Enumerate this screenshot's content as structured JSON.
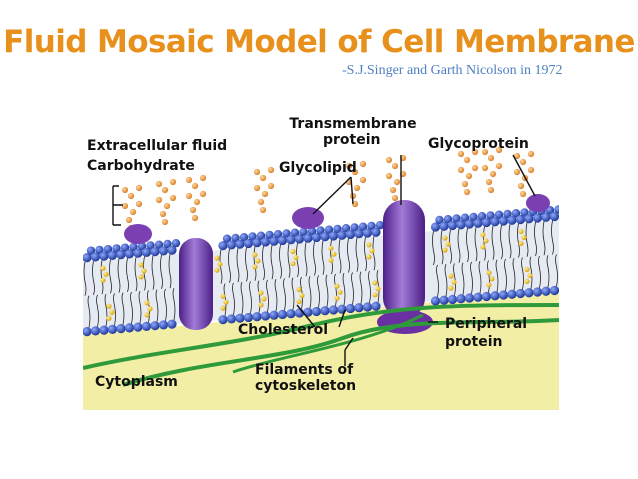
{
  "title": "Fluid Mosaic Model of Cell Membrane",
  "subtitle": "-S.J.Singer and Garth Nicolson in 1972",
  "colors": {
    "title": "#e8901c",
    "subtitle": "#4d7fc0",
    "extracellular": "#ffffff",
    "cytoplasm": "#f3eea6",
    "phospholipid_head": "#2d4fb5",
    "cholesterol": "#f2c324",
    "protein": "#7a3fb0",
    "carbohydrate": "#f2a64a",
    "cytoskeleton": "#2f9a3a"
  },
  "labels": {
    "extracellular_fluid": "Extracellular fluid",
    "carbohydrate": "Carbohydrate",
    "transmembrane_line1": "Transmembrane",
    "transmembrane_line2": "protein",
    "glycoprotein": "Glycoprotein",
    "glycolipid": "Glycolipid",
    "cholesterol": "Cholesterol",
    "peripheral_line1": "Peripheral",
    "peripheral_line2": "protein",
    "cytoplasm": "Cytoplasm",
    "filaments_line1": "Filaments of",
    "filaments_line2": "cytoskeleton"
  }
}
